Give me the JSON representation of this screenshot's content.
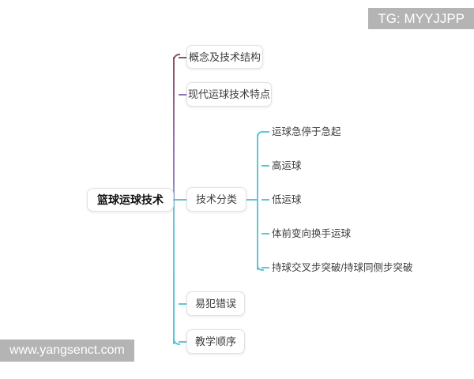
{
  "diagram": {
    "type": "mind-map",
    "background_color": "#ffffff",
    "root": {
      "label": "篮球运球技术"
    },
    "branches": [
      {
        "label": "概念及技术结构",
        "style": "box",
        "connector_color": "#8a5470"
      },
      {
        "label": "现代运球技术特点",
        "style": "box",
        "connector_color": "#9375b8"
      },
      {
        "label": "技术分类",
        "style": "box",
        "connector_color": "#5ec7d7",
        "children": [
          {
            "label": "运球急停于急起"
          },
          {
            "label": "高运球"
          },
          {
            "label": "低运球"
          },
          {
            "label": "体前变向换手运球"
          },
          {
            "label": "持球交叉步突破/持球同侧步突破"
          }
        ]
      },
      {
        "label": "易犯错误",
        "style": "box",
        "connector_color": "#5ec7d7"
      },
      {
        "label": "教学顺序",
        "style": "box",
        "connector_color": "#5ec7d7"
      }
    ],
    "colors": {
      "trunk_top": "#8f4f63",
      "trunk_middle": "#9b7ec8",
      "trunk_bottom": "#54c7d6",
      "sub_trunk": "#63c6d6",
      "node_border": "#e2e2e4",
      "node_text": "#3c3c3c",
      "root_text": "#111111"
    }
  },
  "watermarks": {
    "telegram": "TG: MYYJJPP",
    "site": "www.yangsenct.com",
    "background_color": "#b4b4b4",
    "text_color": "#ffffff"
  }
}
